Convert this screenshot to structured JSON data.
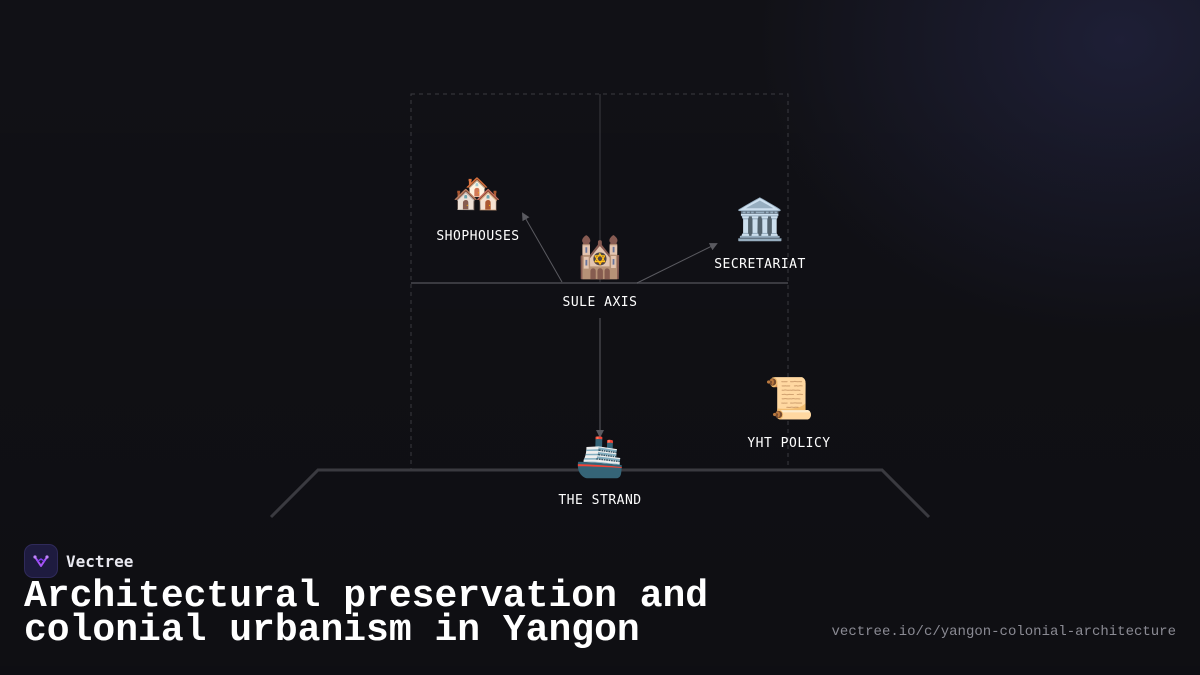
{
  "nodes": {
    "shophouses": {
      "icon": "🏘️",
      "label": "SHOPHOUSES"
    },
    "secretariat": {
      "icon": "🏛️",
      "label": "SECRETARIAT"
    },
    "sule_axis": {
      "icon": "🕍",
      "label": "SULE AXIS"
    },
    "yht_policy": {
      "icon": "📜",
      "label": "YHT POLICY"
    },
    "the_strand": {
      "icon": "🚢",
      "label": "THE STRAND"
    }
  },
  "brand": {
    "name": "Vectree",
    "logo_icon": "vectree-logo-icon"
  },
  "title": "Architectural preservation and colonial urbanism in Yangon",
  "url": "vectree.io/c/yangon-colonial-architecture",
  "colors": {
    "background": "#111116",
    "line": "#3a3a3f",
    "accent": "#7c3aed"
  }
}
